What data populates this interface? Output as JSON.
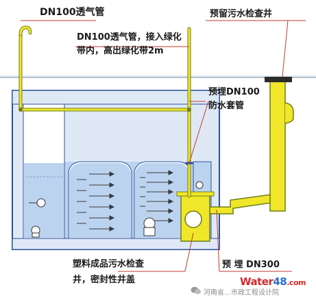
{
  "labels": {
    "vent_pipe": "DN100透气管",
    "vent_pipe_note_line1": "DN100透气管，接入绿化",
    "vent_pipe_note_line2": "带内，高出绿化带2m",
    "reserved_manhole": "预留污水检查井",
    "waterproof_sleeve_line1": "预埋DN100",
    "waterproof_sleeve_line2": "防水套管",
    "plastic_manhole_line1": "塑料成品污水检查",
    "plastic_manhole_line2": "井，密封性井盖",
    "embedded_pipe": "预 埋  DN300"
  },
  "watermark": {
    "logo_water": "Water",
    "logo_num": "48",
    "logo_suffix": ".com",
    "org_text": "河南省…市政工程设计院",
    "wechat_icon": "wechat-icon"
  },
  "colors": {
    "tank_outline": "#2a4f9c",
    "tank_fill": "#bcd3ef",
    "pipe_yellow": "#f0e62a",
    "pipe_stroke": "#6f7d14",
    "ground_line": "#6a8aa6",
    "water_line": "#7fa0c8",
    "leader_red": "#c0392b"
  }
}
